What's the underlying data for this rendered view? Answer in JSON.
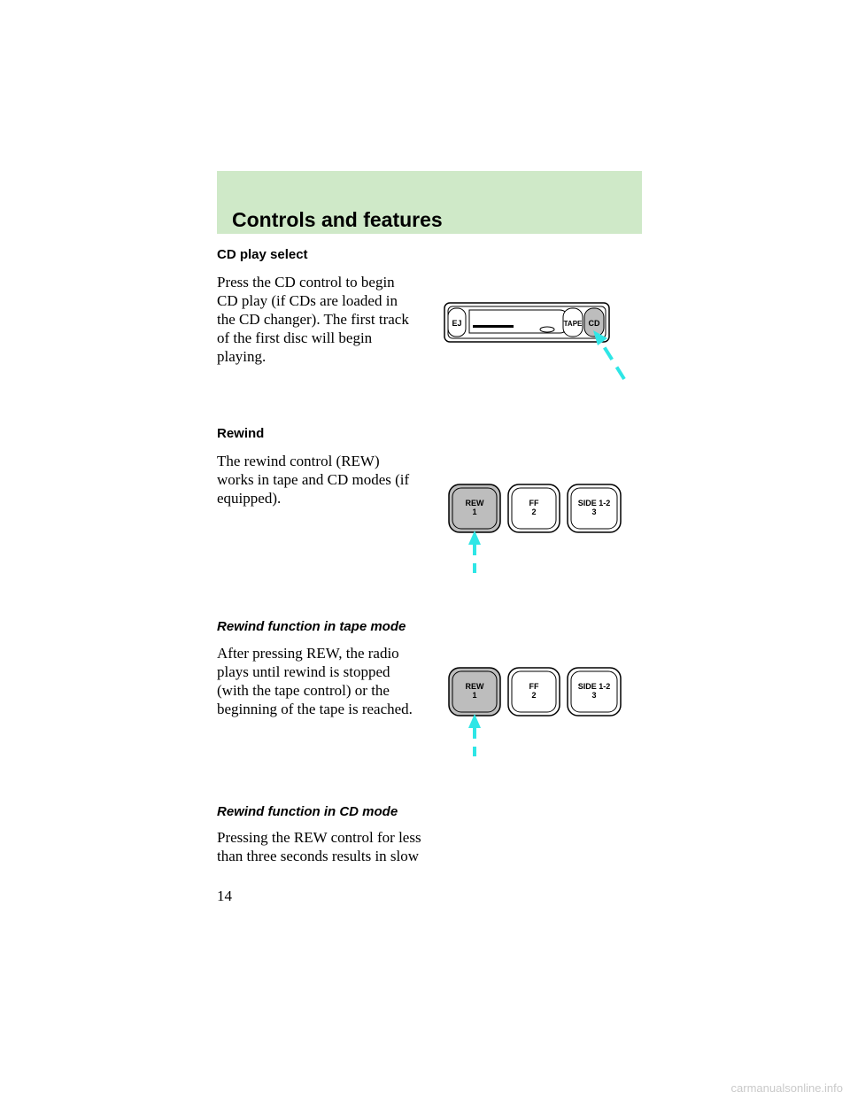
{
  "header": {
    "title": "Controls and features"
  },
  "sections": [
    {
      "heading": "CD play select",
      "body": "Press the CD control to begin CD play (if CDs are loaded in the CD changer). The first track of the first disc will begin playing."
    },
    {
      "heading": "Rewind",
      "body": "The rewind control (REW) works in tape and CD modes (if equipped)."
    },
    {
      "heading": "Rewind function in tape mode",
      "body": "After pressing REW, the radio plays until rewind is stopped (with the tape control) or the beginning of the tape is reached."
    },
    {
      "heading": "Rewind function in CD mode",
      "body": "Pressing the REW control for less than three seconds results in slow"
    }
  ],
  "radio_panel": {
    "eject_label": "EJ",
    "tape_label": "TAPE",
    "cd_label": "CD"
  },
  "buttons_a": {
    "rew": {
      "top": "REW",
      "bottom": "1"
    },
    "ff": {
      "top": "FF",
      "bottom": "2"
    },
    "side": {
      "top": "SIDE 1-2",
      "bottom": "3"
    }
  },
  "buttons_b": {
    "rew": {
      "top": "REW",
      "bottom": "1"
    },
    "ff": {
      "top": "FF",
      "bottom": "2"
    },
    "side": {
      "top": "SIDE 1-2",
      "bottom": "3"
    }
  },
  "colors": {
    "header_bg": "#cfe9c8",
    "highlight_button": "#bdbdbd",
    "arrow": "#2ee6e6"
  },
  "page_number": "14",
  "watermark": "carmanualsonline.info"
}
